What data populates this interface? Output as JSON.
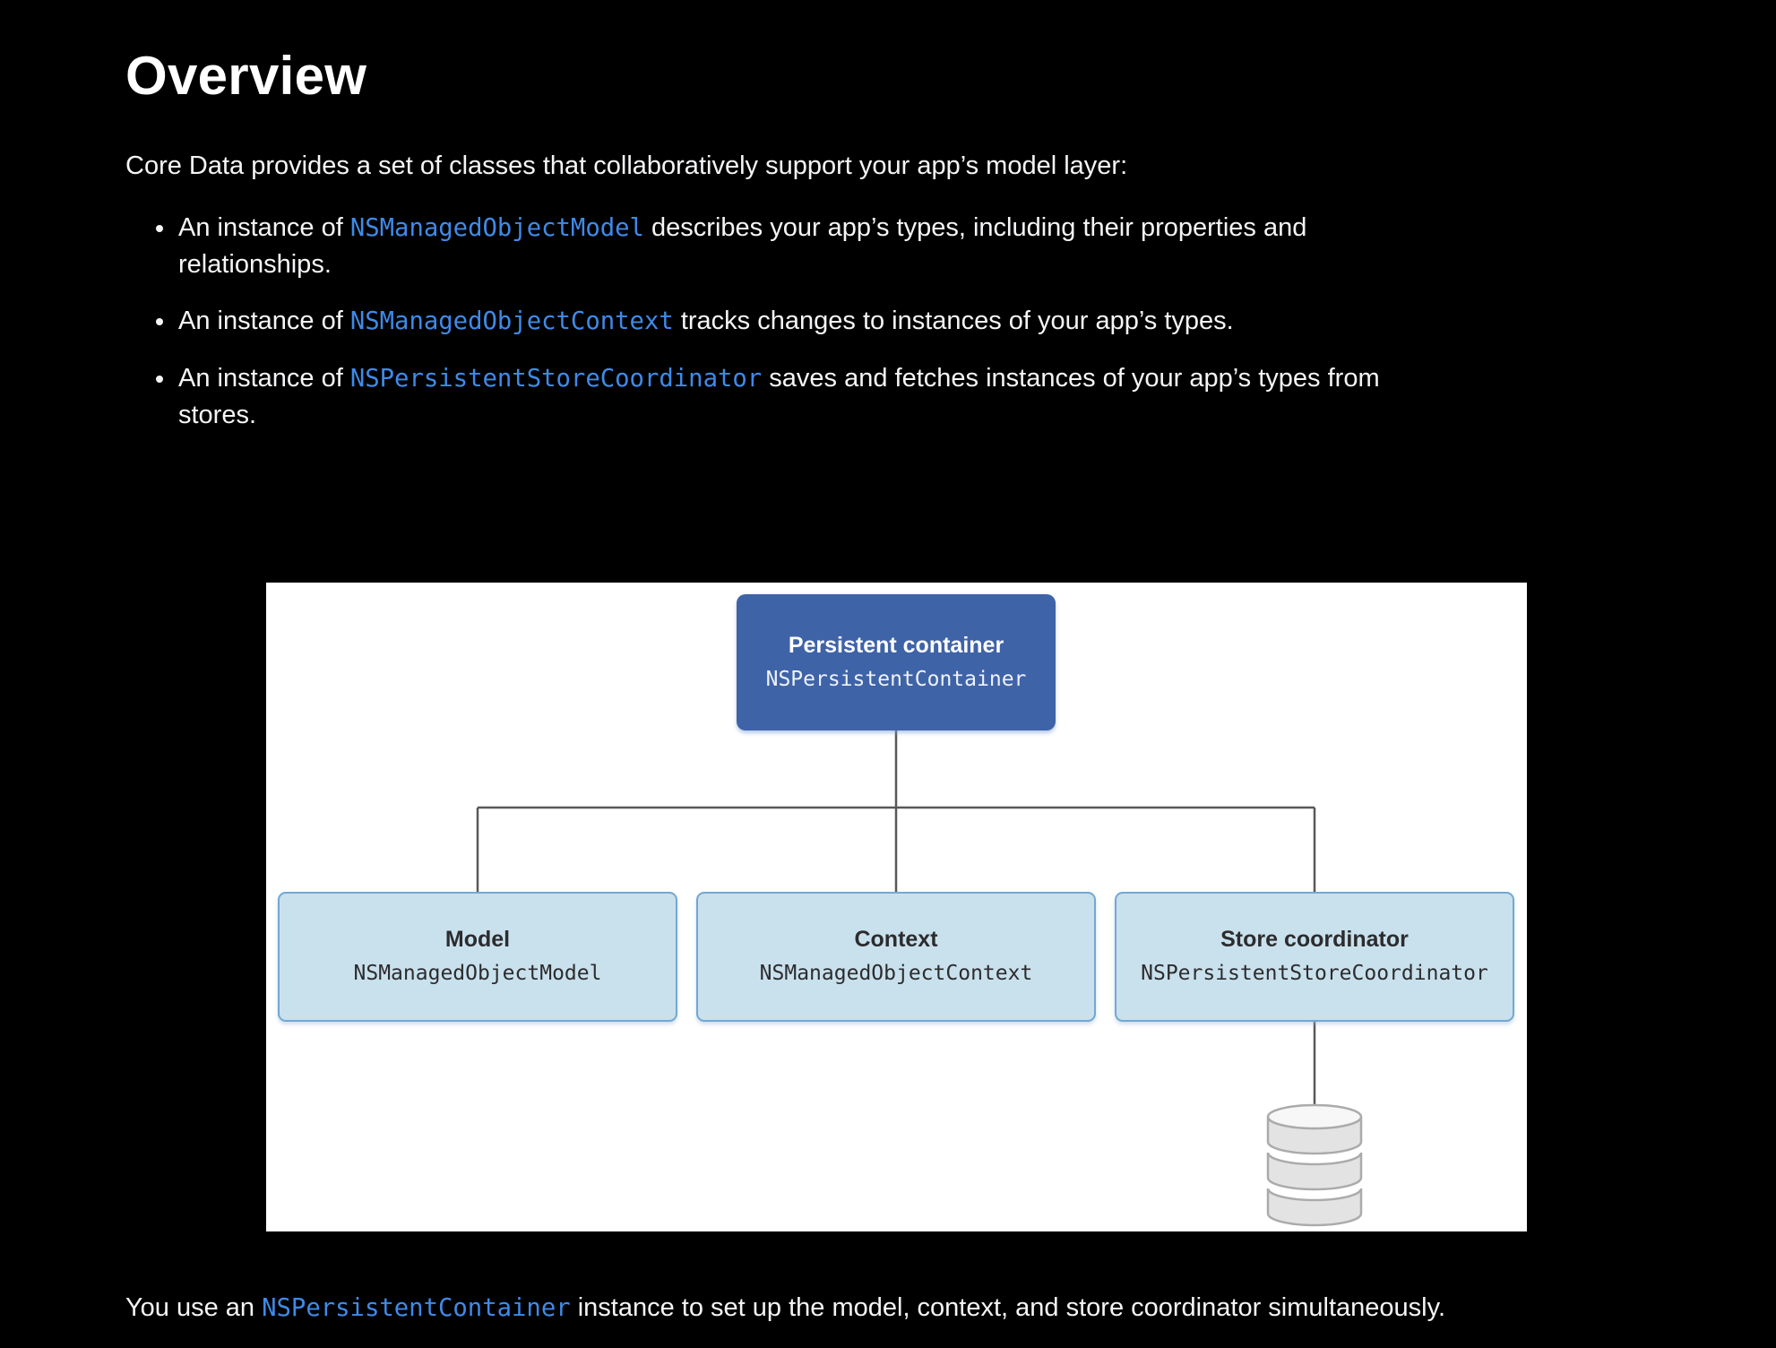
{
  "page": {
    "background": "#000000",
    "text_color": "#f5f5f7",
    "link_color": "#3f8ae8"
  },
  "overview": {
    "heading": "Overview",
    "intro": "Core Data provides a set of classes that collaboratively support your app’s model layer:",
    "bullets": [
      {
        "segments": [
          {
            "text": "An instance of ",
            "style": "plain"
          },
          {
            "text": "NSManagedObjectModel",
            "style": "code-link"
          },
          {
            "text": " describes your app’s types, including their properties and relationships.",
            "style": "plain"
          }
        ]
      },
      {
        "segments": [
          {
            "text": "An instance of ",
            "style": "plain"
          },
          {
            "text": "NSManagedObjectContext",
            "style": "code-link"
          },
          {
            "text": " tracks changes to instances of your app’s types.",
            "style": "plain"
          }
        ]
      },
      {
        "segments": [
          {
            "text": "An instance of ",
            "style": "plain"
          },
          {
            "text": "NSPersistentStoreCoordinator",
            "style": "code-link"
          },
          {
            "text": " saves and fetches instances of your app’s types from stores.",
            "style": "plain"
          }
        ]
      }
    ],
    "closing": {
      "segments": [
        {
          "text": "You use an ",
          "style": "plain"
        },
        {
          "text": "NSPersistentContainer",
          "style": "code-link"
        },
        {
          "text": " instance to set up the model, context, and store coordinator simultaneously.",
          "style": "plain"
        }
      ]
    }
  },
  "diagram": {
    "panel_background": "#ffffff",
    "connector_color": "#58585a",
    "root": {
      "title": "Persistent container",
      "code": "NSPersistentContainer",
      "fill": "#3f63a7",
      "text_color": "#ffffff"
    },
    "children": [
      {
        "title": "Model",
        "code": "NSManagedObjectModel"
      },
      {
        "title": "Context",
        "code": "NSManagedObjectContext"
      },
      {
        "title": "Store coordinator",
        "code": "NSPersistentStoreCoordinator"
      }
    ],
    "child_fill": "#c9e1ed",
    "child_border": "#74a7d2",
    "child_text_color": "#2c2c2e",
    "database_icon": {
      "name": "database-cylinder",
      "fill": "#e3e3e3",
      "top_fill": "#f7f7f7",
      "stroke": "#ababab"
    }
  }
}
